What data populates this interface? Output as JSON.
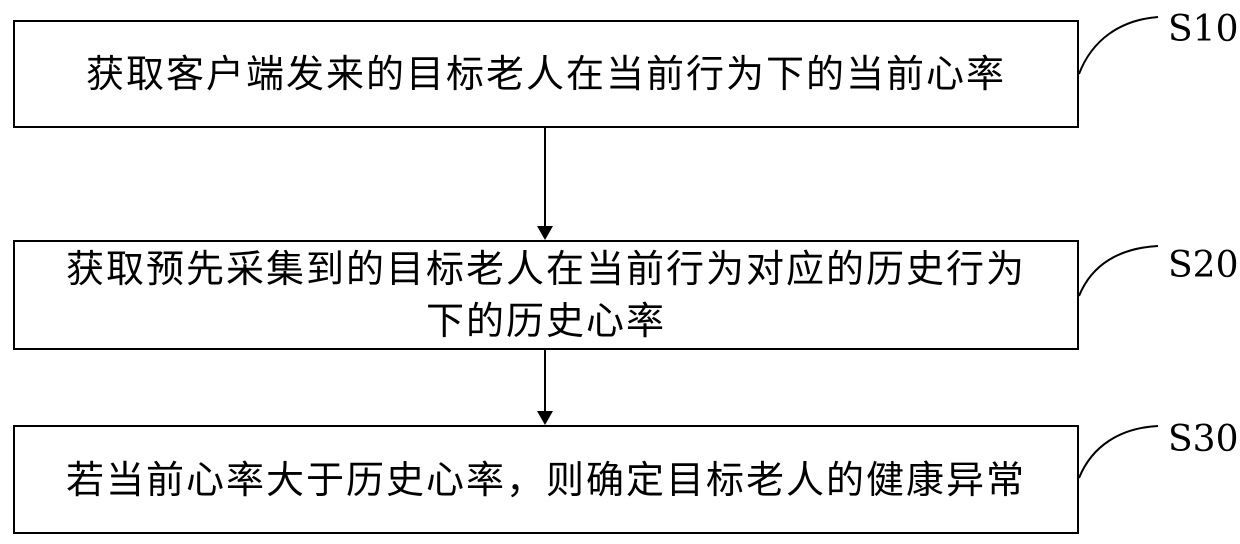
{
  "steps": [
    {
      "id": "S10",
      "label": "S10",
      "text": "获取客户端发来的目标老人在当前行为下的当前心率"
    },
    {
      "id": "S20",
      "label": "S20",
      "text_line1": "获取预先采集到的目标老人在当前行为对应的历史行为",
      "text_line2": "下的历史心率"
    },
    {
      "id": "S30",
      "label": "S30",
      "text": "若当前心率大于历史心率，则确定目标老人的健康异常"
    }
  ]
}
